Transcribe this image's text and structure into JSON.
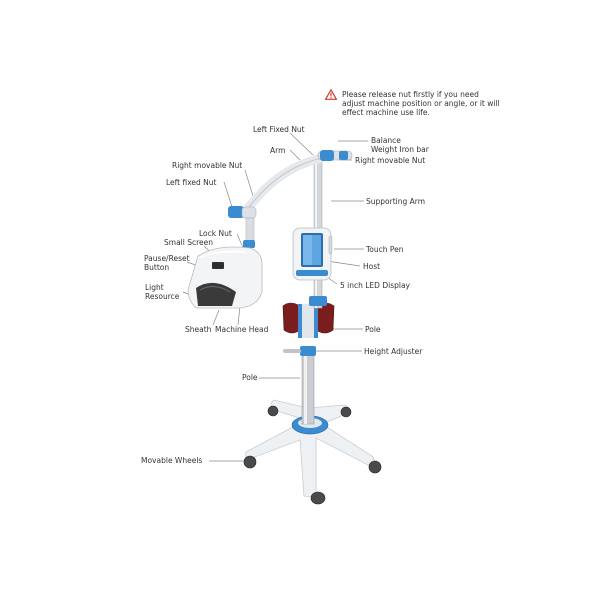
{
  "notice": {
    "text": "Please release nut firstly if you need adjust machine position or angle, or it will effect machine use life.",
    "icon": "warning-triangle-icon",
    "icon_color": "#d33a2c"
  },
  "labels": {
    "left_fixed_nut_top": "Left Fixed Nut",
    "balance_line1": "Balance",
    "balance_line2": "Weight Iron bar",
    "arm": "Arm",
    "right_movable_nut_right": "Right movable Nut",
    "right_movable_nut_left": "Right movable Nut",
    "left_fixed_nut_left": "Left fixed Nut",
    "supporting_arm": "Supporting Arm",
    "lock_nut": "Lock Nut",
    "small_screen": "Small Screen",
    "touch_pen": "Touch Pen",
    "pause_line1": "Pause/Reset",
    "pause_line2": "Button",
    "host": "Host",
    "led_display": "5 inch LED Display",
    "light_line1": "Light",
    "light_line2": "Resource",
    "sheath": "Sheath",
    "machine_head": "Machine Head",
    "pole_right": "Pole",
    "height_adjuster": "Height Adjuster",
    "pole_left": "Pole",
    "movable_wheels": "Movable Wheels"
  },
  "colors": {
    "accent_blue": "#2f86c8",
    "body_white": "#f2f4f6",
    "holder_red": "#8a1f1f",
    "leader_line": "#888888"
  }
}
